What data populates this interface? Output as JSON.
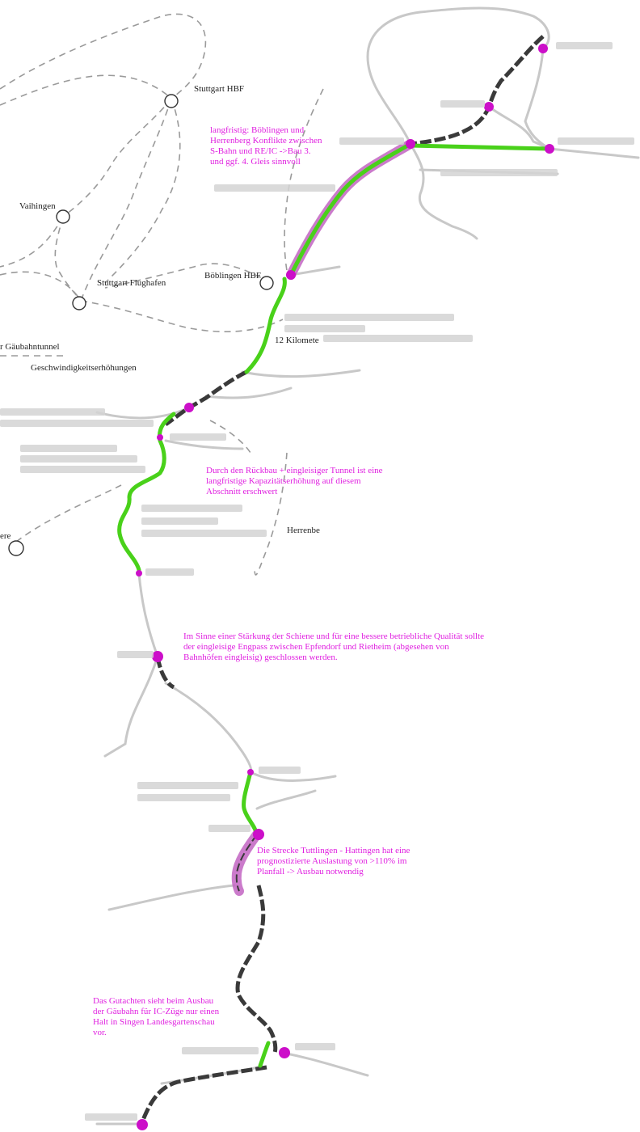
{
  "map": {
    "colors": {
      "route_green": "#49d11a",
      "track_dark": "#3a3a3a",
      "track_gray": "#bdbdbd",
      "station_magenta": "#cc0fc9",
      "annotation_magenta": "#e020e0",
      "highlight_pink": "#c264c2"
    },
    "labels": {
      "stuttgart_hbf": "Stuttgart HBF",
      "vaihingen": "Vaihingen",
      "stuttgart_flughafen": "Stuttgart Flughafen",
      "boeblingen_hbf": "Böblingen HBF",
      "gaeubahntunnel": "r Gäubahntunnel",
      "geschwindigkeit": "Geschwindigkeitserhöhungen",
      "zwoelf_km": "12 Kilomete",
      "herrenberg": "Herrenbe",
      "rand_links": "ere"
    },
    "annotations": {
      "boeblingen_herrenberg": "langfristig: Böblingen und Herrenberg Konflikte zwischen S-Bahn und RE/IC ->Bau 3. und ggf. 4. Gleis sinnvoll",
      "rueckbau": "Durch den Rückbau + eingleisiger Tunnel ist eine langfristige Kapazitätserhöhung auf diesem Abschnitt erschwert",
      "engpass": "Im Sinne einer Stärkung der Schiene und für eine bessere betriebliche Qualität sollte der eingleisige Engpass zwischen Epfendorf und Rietheim (abgesehen von Bahnhöfen eingleisig) geschlossen werden.",
      "tuttlingen": "Die Strecke Tuttlingen - Hattingen hat eine prognostizierte Auslastung von >110% im Planfall -> Ausbau notwendig",
      "singen": "Das Gutachten sieht beim Ausbau der Gäubahn für IC-Züge nur einen Halt in Singen Landesgartenschau vor."
    }
  }
}
